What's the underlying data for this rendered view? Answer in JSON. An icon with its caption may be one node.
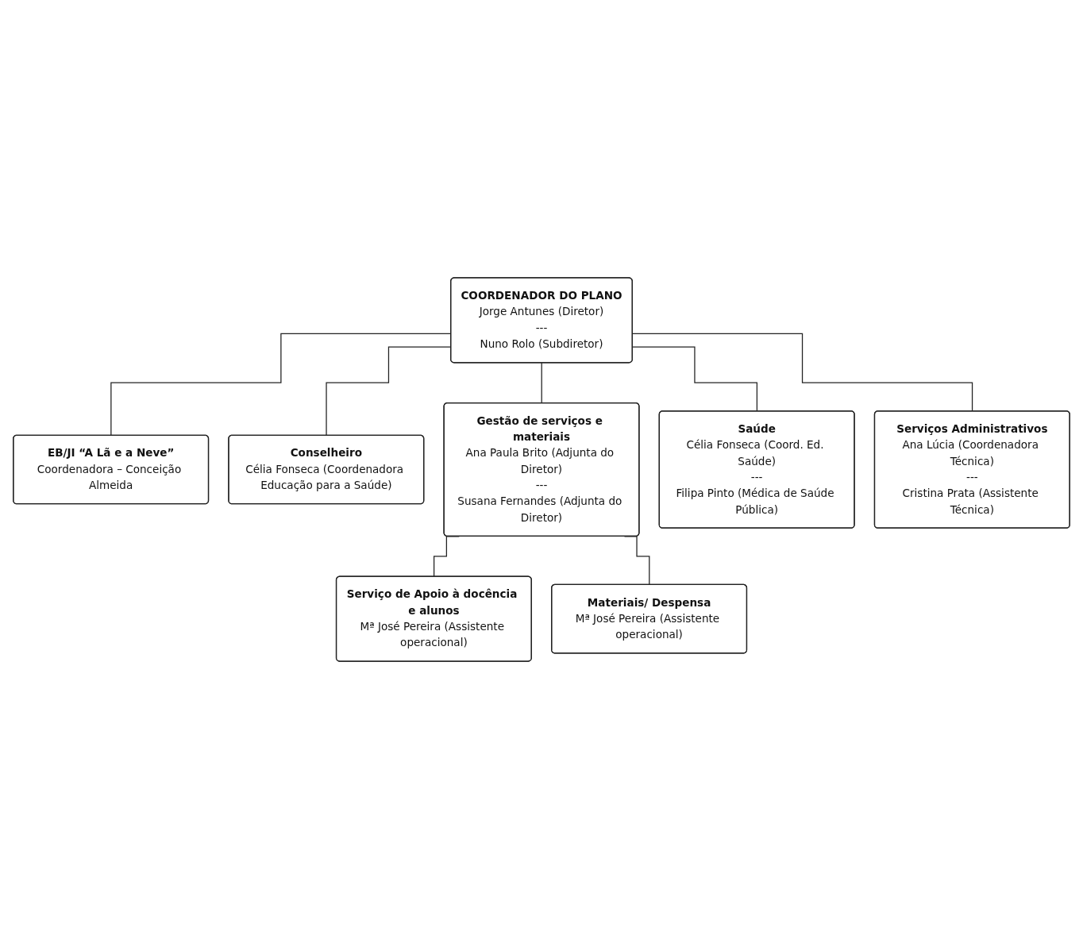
{
  "diagram": {
    "nodes": [
      {
        "text": [
          "COORDENADOR DO PLANO",
          "Jorge Antunes (Diretor)",
          "---",
          "Nuno Rolo (Subdiretor)"
        ]
      },
      {
        "text": [
          "EB/JI “A Lã e a Neve”",
          "Coordenadora – Conceição Almeida"
        ]
      },
      {
        "text": [
          "Conselheiro",
          "Célia Fonseca (Coordenadora Educação para a Saúde)"
        ]
      },
      {
        "text": [
          "Gestão de serviços e materiais",
          "Ana Paula Brito (Adjunta do Diretor)",
          "---",
          "Susana Fernandes (Adjunta do Diretor)"
        ]
      },
      {
        "text": [
          "Saúde",
          "Célia Fonseca (Coord. Ed. Saúde)",
          "---",
          "Filipa Pinto (Médica de Saúde Pública)"
        ]
      },
      {
        "text": [
          "Serviços Administrativos",
          "Ana Lúcia (Coordenadora Técnica)",
          "---",
          "Cristina Prata (Assistente Técnica)"
        ]
      },
      {
        "text": [
          "Serviço de Apoio à docência e alunos",
          "Mª José Pereira (Assistente operacional)"
        ]
      },
      {
        "text": [
          "Materiais/ Despensa",
          "Mª José Pereira (Assistente operacional)"
        ]
      }
    ],
    "edges": [
      {
        "from": 0,
        "to": 1,
        "arrow": "none"
      },
      {
        "from": 0,
        "to": 2,
        "arrow": "none"
      },
      {
        "from": 0,
        "to": 3,
        "arrow": "none"
      },
      {
        "from": 0,
        "to": 4,
        "arrow": "none"
      },
      {
        "from": 0,
        "to": 5,
        "arrow": "none"
      },
      {
        "from": 3,
        "to": 6,
        "arrow": "none"
      },
      {
        "from": 3,
        "to": 7,
        "arrow": "none"
      }
    ]
  }
}
